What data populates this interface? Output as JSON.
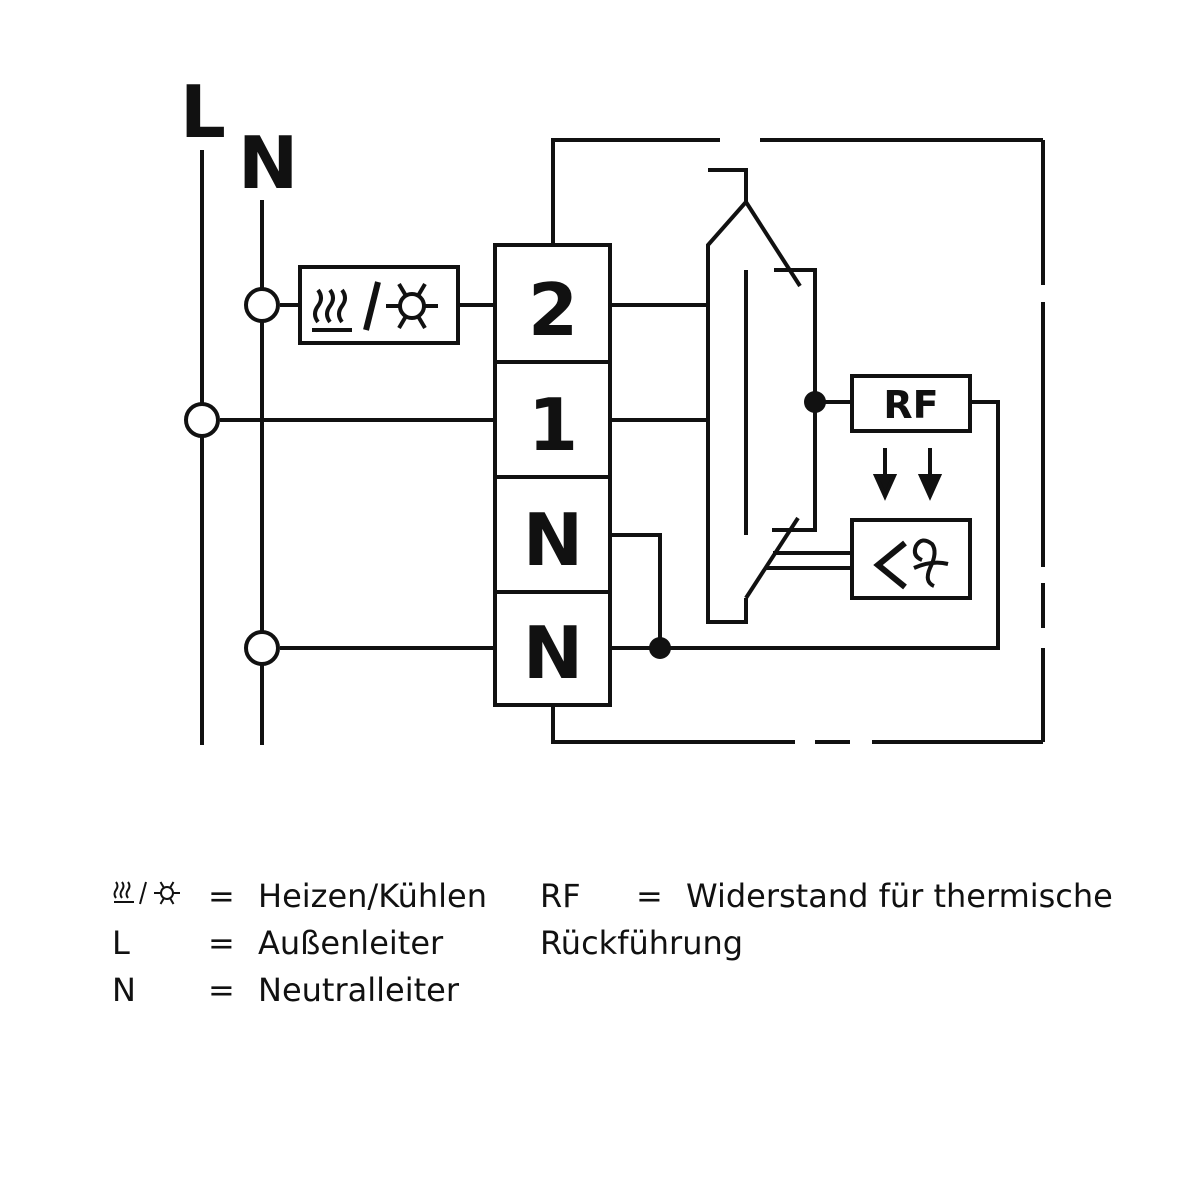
{
  "diagram": {
    "rails": {
      "phase": "L",
      "neutral": "N"
    },
    "terminals": [
      "2",
      "1",
      "N",
      "N"
    ],
    "load_symbol": "heating-cooling-icon",
    "resistor_label": "RF",
    "sensor_symbol": "temperature-sensor-icon"
  },
  "legend": {
    "rows": [
      {
        "symbol": "heating-cooling-icon",
        "text": "Heizen/Kühlen"
      },
      {
        "key": "L",
        "text": "Außenleiter"
      },
      {
        "key": "N",
        "text": "Neutralleiter"
      }
    ],
    "right": {
      "key": "RF",
      "text_line1": "Widerstand für thermische",
      "text_line2": "Rückführung"
    },
    "equals": "="
  }
}
